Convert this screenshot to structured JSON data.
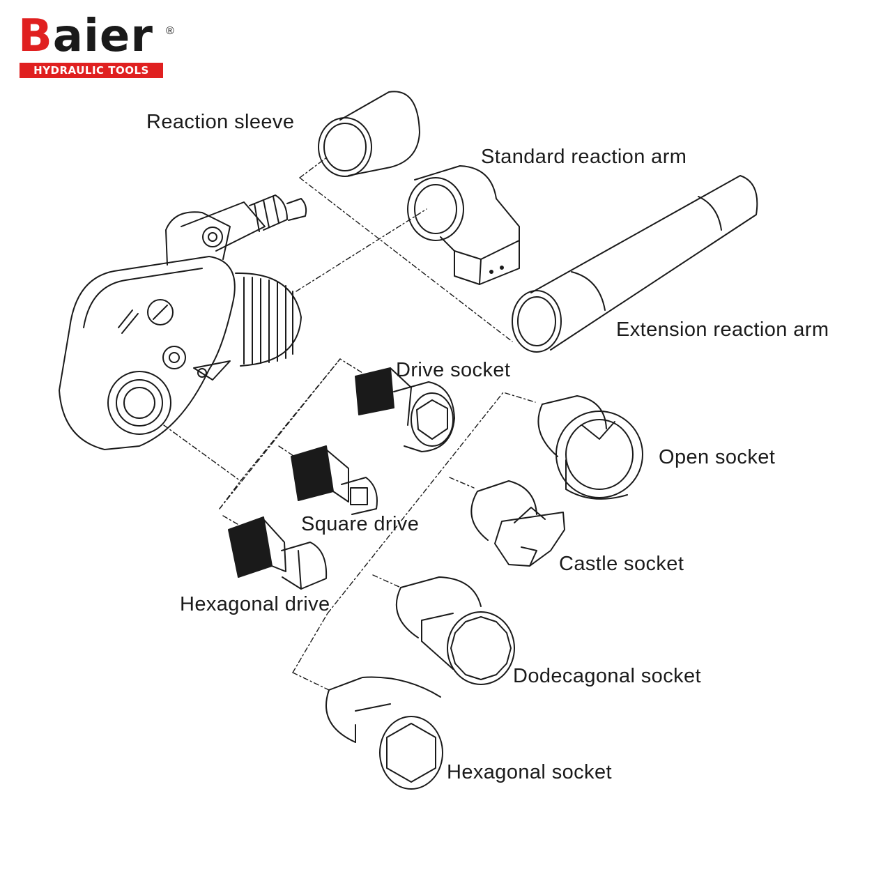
{
  "logo": {
    "brand_initial": "B",
    "brand_rest": "aier",
    "registered_mark": "®",
    "tagline": "HYDRAULIC TOOLS",
    "brand_color": "#e02020"
  },
  "labels": {
    "reaction_sleeve": "Reaction sleeve",
    "standard_reaction_arm": "Standard reaction arm",
    "extension_reaction_arm": "Extension reaction arm",
    "drive_socket": "Drive socket",
    "square_drive": "Square drive",
    "hexagonal_drive": "Hexagonal drive",
    "open_socket": "Open socket",
    "castle_socket": "Castle socket",
    "dodecagonal_socket": "Dodecagonal socket",
    "hexagonal_socket": "Hexagonal socket"
  }
}
